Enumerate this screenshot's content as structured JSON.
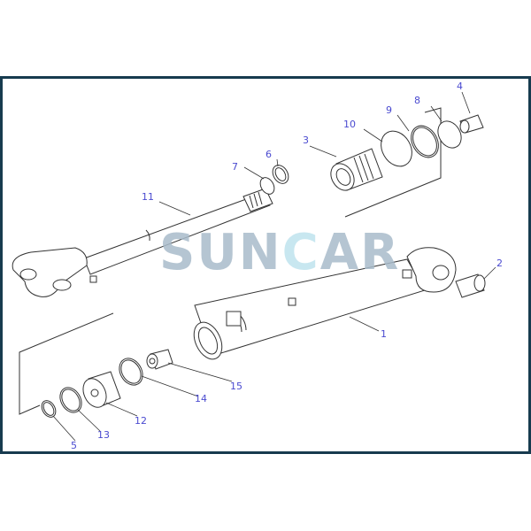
{
  "watermark": {
    "text_start": "SUN",
    "text_c": "C",
    "text_end": "AR",
    "color": "#a9bccb",
    "accent_color": "#bfe3ee"
  },
  "frame_color": "#173b4f",
  "label_color": "#4a4ad0",
  "labels": {
    "p1": "1",
    "p2": "2",
    "p3": "3",
    "p4": "4",
    "p5": "5",
    "p6": "6",
    "p7": "7",
    "p8": "8",
    "p9": "9",
    "p10": "10",
    "p11": "11",
    "p12": "12",
    "p13": "13",
    "p14": "14",
    "p15": "15"
  }
}
